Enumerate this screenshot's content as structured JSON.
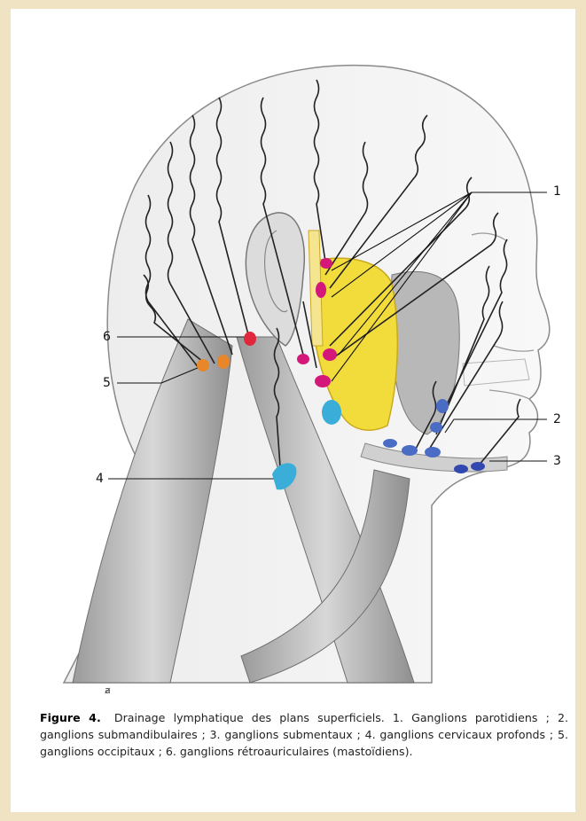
{
  "figure": {
    "labels": [
      {
        "id": "1",
        "text": "1"
      },
      {
        "id": "2",
        "text": "2"
      },
      {
        "id": "3",
        "text": "3"
      },
      {
        "id": "4",
        "text": "4"
      },
      {
        "id": "5",
        "text": "5"
      },
      {
        "id": "6",
        "text": "6"
      }
    ],
    "artist_mark": "ⱥ",
    "colors": {
      "parotid_nodes": "#d4187a",
      "submandibular_nodes": "#4a6cc4",
      "submental_nodes": "#3248b0",
      "deep_cervical_nodes": "#3aaed8",
      "occipital_nodes": "#e8862a",
      "retroauricular_nodes": "#e0283c",
      "parotid_gland": "#f2dc3c"
    }
  },
  "caption": {
    "label": "Figure 4.",
    "text": "Drainage lymphatique des plans superficiels. 1. Ganglions parotidiens ; 2. ganglions submandibulaires ; 3. ganglions submentaux ; 4. ganglions cervicaux profonds ; 5. ganglions occipitaux ; 6. ganglions rétroauriculaires (mastoïdiens)."
  }
}
